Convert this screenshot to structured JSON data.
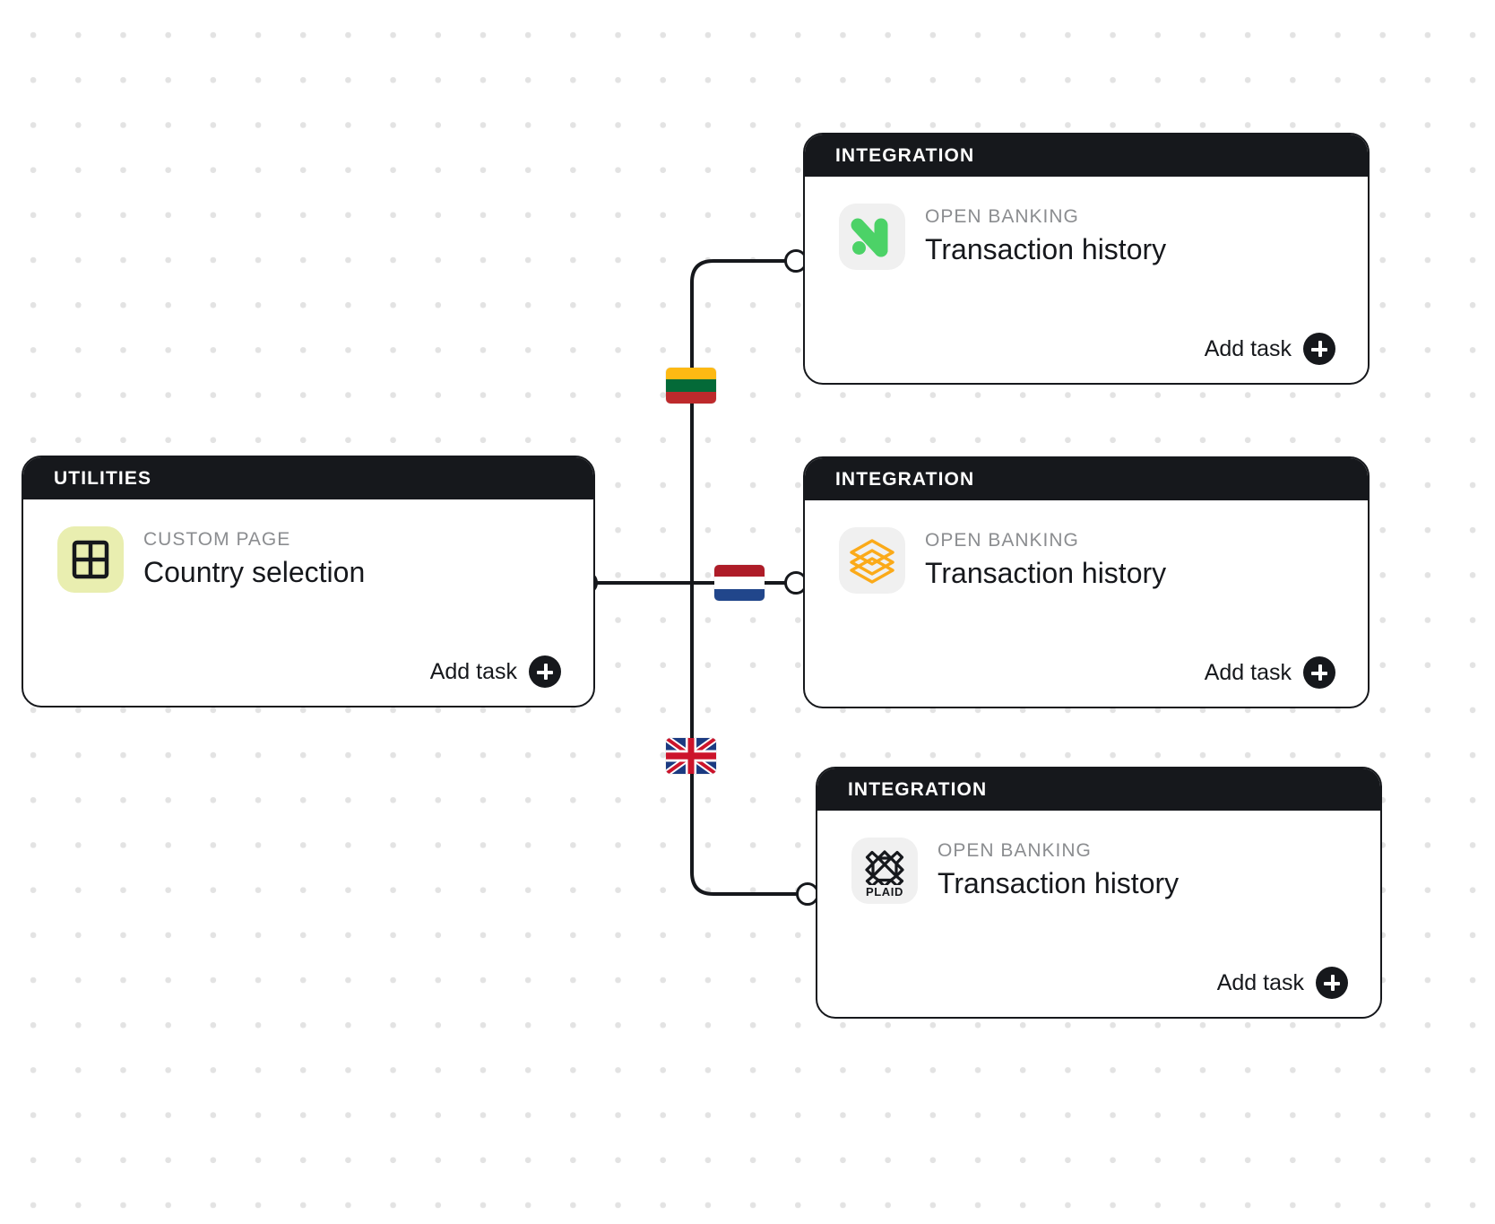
{
  "canvas": {
    "background": "#ffffff",
    "dot_color": "#e3e3e3",
    "accent_dark": "#16181c"
  },
  "nodes": [
    {
      "id": "country-selection",
      "header": "UTILITIES",
      "kicker": "CUSTOM PAGE",
      "title": "Country selection",
      "add_task_label": "Add task",
      "icon": "grid-four-pane-icon",
      "icon_bg": "#e9eeb0"
    },
    {
      "id": "nordigen-transactions",
      "header": "INTEGRATION",
      "kicker": "OPEN BANKING",
      "title": "Transaction history",
      "add_task_label": "Add task",
      "icon": "nordigen-logo-icon",
      "icon_bg": "#f0f0f0",
      "icon_color": "#4cd267"
    },
    {
      "id": "saltedge-transactions",
      "header": "INTEGRATION",
      "kicker": "OPEN BANKING",
      "title": "Transaction history",
      "add_task_label": "Add task",
      "icon": "saltedge-layers-logo-icon",
      "icon_bg": "#f0f0f0",
      "icon_color": "#fbaa19"
    },
    {
      "id": "plaid-transactions",
      "header": "INTEGRATION",
      "kicker": "OPEN BANKING",
      "title": "Transaction history",
      "add_task_label": "Add task",
      "icon": "plaid-logo-icon",
      "icon_bg": "#f0f0f0",
      "icon_color": "#16181c",
      "icon_wordmark": "PLAID"
    }
  ],
  "edges": [
    {
      "id": "edge-lithuania",
      "flag": "lithuania-flag",
      "country": "Lithuania",
      "to": "nordigen-transactions"
    },
    {
      "id": "edge-netherlands",
      "flag": "netherlands-flag",
      "country": "Netherlands",
      "to": "saltedge-transactions"
    },
    {
      "id": "edge-unitedkingdom",
      "flag": "united-kingdom-flag",
      "country": "United Kingdom",
      "to": "plaid-transactions"
    }
  ],
  "flag_colors": {
    "lithuania": [
      "#fdb913",
      "#046a38",
      "#be2a2c"
    ],
    "netherlands": [
      "#ae1c28",
      "#ffffff",
      "#21468b"
    ],
    "united_kingdom": {
      "blue": "#1b3a81",
      "red": "#cc142b",
      "white": "#ffffff"
    }
  }
}
